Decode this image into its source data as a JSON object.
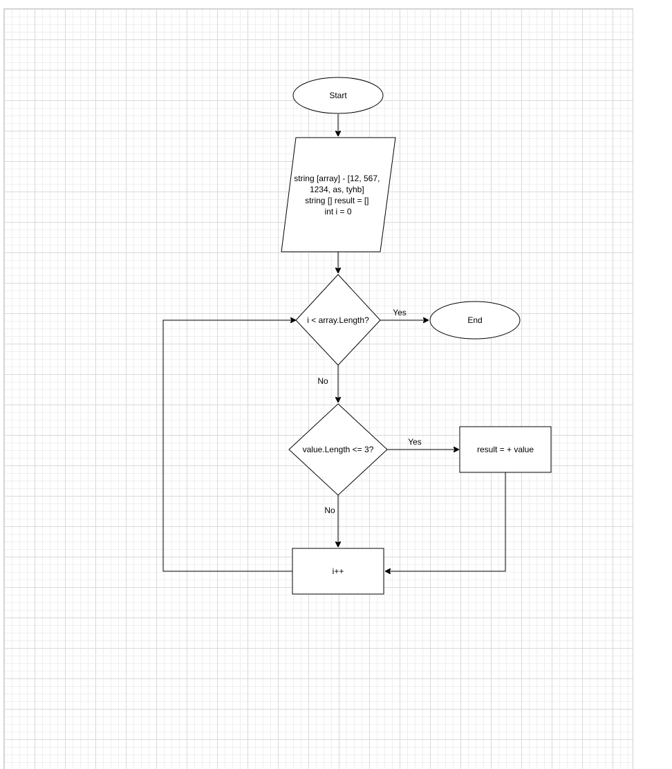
{
  "nodes": {
    "start": {
      "label": "Start"
    },
    "input": {
      "lines": [
        "string [array] - [12, 567,",
        "1234, as, tyhb]",
        "string [] result = []",
        "int i = 0"
      ]
    },
    "loop_condition": {
      "label": "i < array.Length?"
    },
    "end": {
      "label": "End"
    },
    "length_condition": {
      "label": "value.Length <= 3?"
    },
    "append_result": {
      "label": "result = + value"
    },
    "increment": {
      "label": "i++"
    }
  },
  "edges": {
    "loop_yes": {
      "label": "Yes"
    },
    "loop_no": {
      "label": "No"
    },
    "length_yes": {
      "label": "Yes"
    },
    "length_no": {
      "label": "No"
    }
  }
}
